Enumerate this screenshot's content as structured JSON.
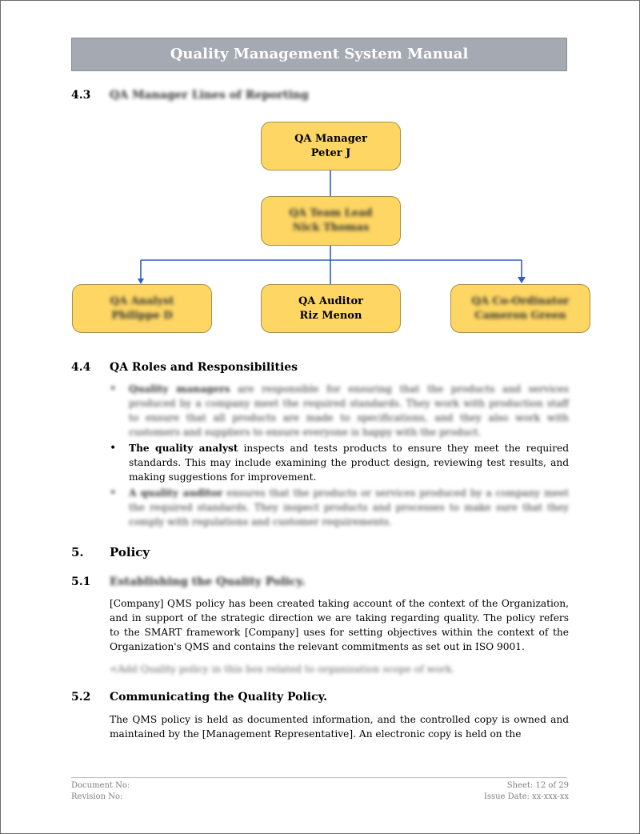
{
  "header": {
    "title": "Quality Management System Manual"
  },
  "section_4_3": {
    "number": "4.3",
    "title": "QA Manager Lines of Reporting"
  },
  "org_chart": {
    "top": {
      "role": "QA Manager",
      "name": "Peter J"
    },
    "middle": {
      "role": "QA Team Lead",
      "name": "Nick Thomas"
    },
    "left": {
      "role": "QA Analyst",
      "name": "Philippe D"
    },
    "center": {
      "role": "QA Auditor",
      "name": "Riz Menon"
    },
    "right": {
      "role": "QA Co-Ordinator",
      "name": "Cameron Green"
    },
    "colors": {
      "box_fill": "#fdd664",
      "box_border": "#a99048",
      "connector": "#2e5fbf"
    }
  },
  "section_4_4": {
    "number": "4.4",
    "title": "QA Roles and Responsibilities",
    "bullets": [
      {
        "lead": "Quality managers",
        "text": " are responsible for ensuring that the products and services produced by a company meet the required standards. They work with production staff to ensure that all products are made to specifications, and they also work with customers and suppliers to ensure everyone is happy with the product."
      },
      {
        "lead": "The quality analyst",
        "text": " inspects and tests products to ensure they meet the required standards. This may include examining the product design, reviewing test results, and making suggestions for improvement."
      },
      {
        "lead": "A quality auditor",
        "text": " ensures that the products or services produced by a company meet the required standards. They inspect products and processes to make sure that they comply with regulations and customer requirements."
      }
    ]
  },
  "section_5": {
    "number": "5.",
    "title": "Policy"
  },
  "section_5_1": {
    "number": "5.1",
    "title": "Establishing the Quality Policy.",
    "paragraph": "[Company] QMS policy has been created taking account of the context of the Organization, and in support of the strategic direction we are taking regarding quality. The policy refers to the SMART framework [Company] uses for setting objectives within the context of the Organization's QMS and contains the relevant commitments as set out in ISO 9001.",
    "note": "<Add Quality policy in this box related to organization scope of work."
  },
  "section_5_2": {
    "number": "5.2",
    "title": "Communicating the Quality Policy.",
    "paragraph": "The QMS policy is held as documented information, and the controlled copy is owned and maintained by the [Management Representative]. An electronic copy is held on the"
  },
  "footer": {
    "document_no": "Document No:",
    "revision_no": "Revision No:",
    "sheet": "Sheet: 12 of 29",
    "issue_date": "Issue Date: xx-xxx-xx"
  }
}
